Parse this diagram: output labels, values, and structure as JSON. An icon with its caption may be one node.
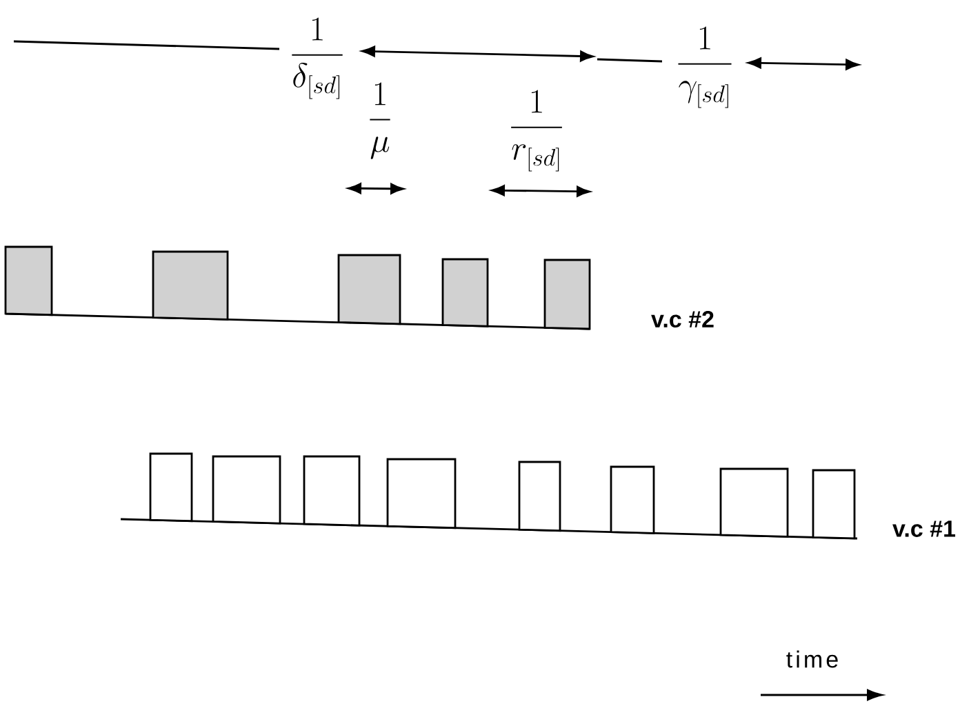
{
  "diagram": {
    "labels": [
      "\\frac{1}{\\delta_{[sd]}}",
      "\\frac{1}{\\gamma_{[sd]}}",
      "\\frac{1}{\\mu}",
      "\\frac{1}{r_{[sd]}}",
      "v.c #2",
      "v.c #1",
      "time"
    ]
  }
}
